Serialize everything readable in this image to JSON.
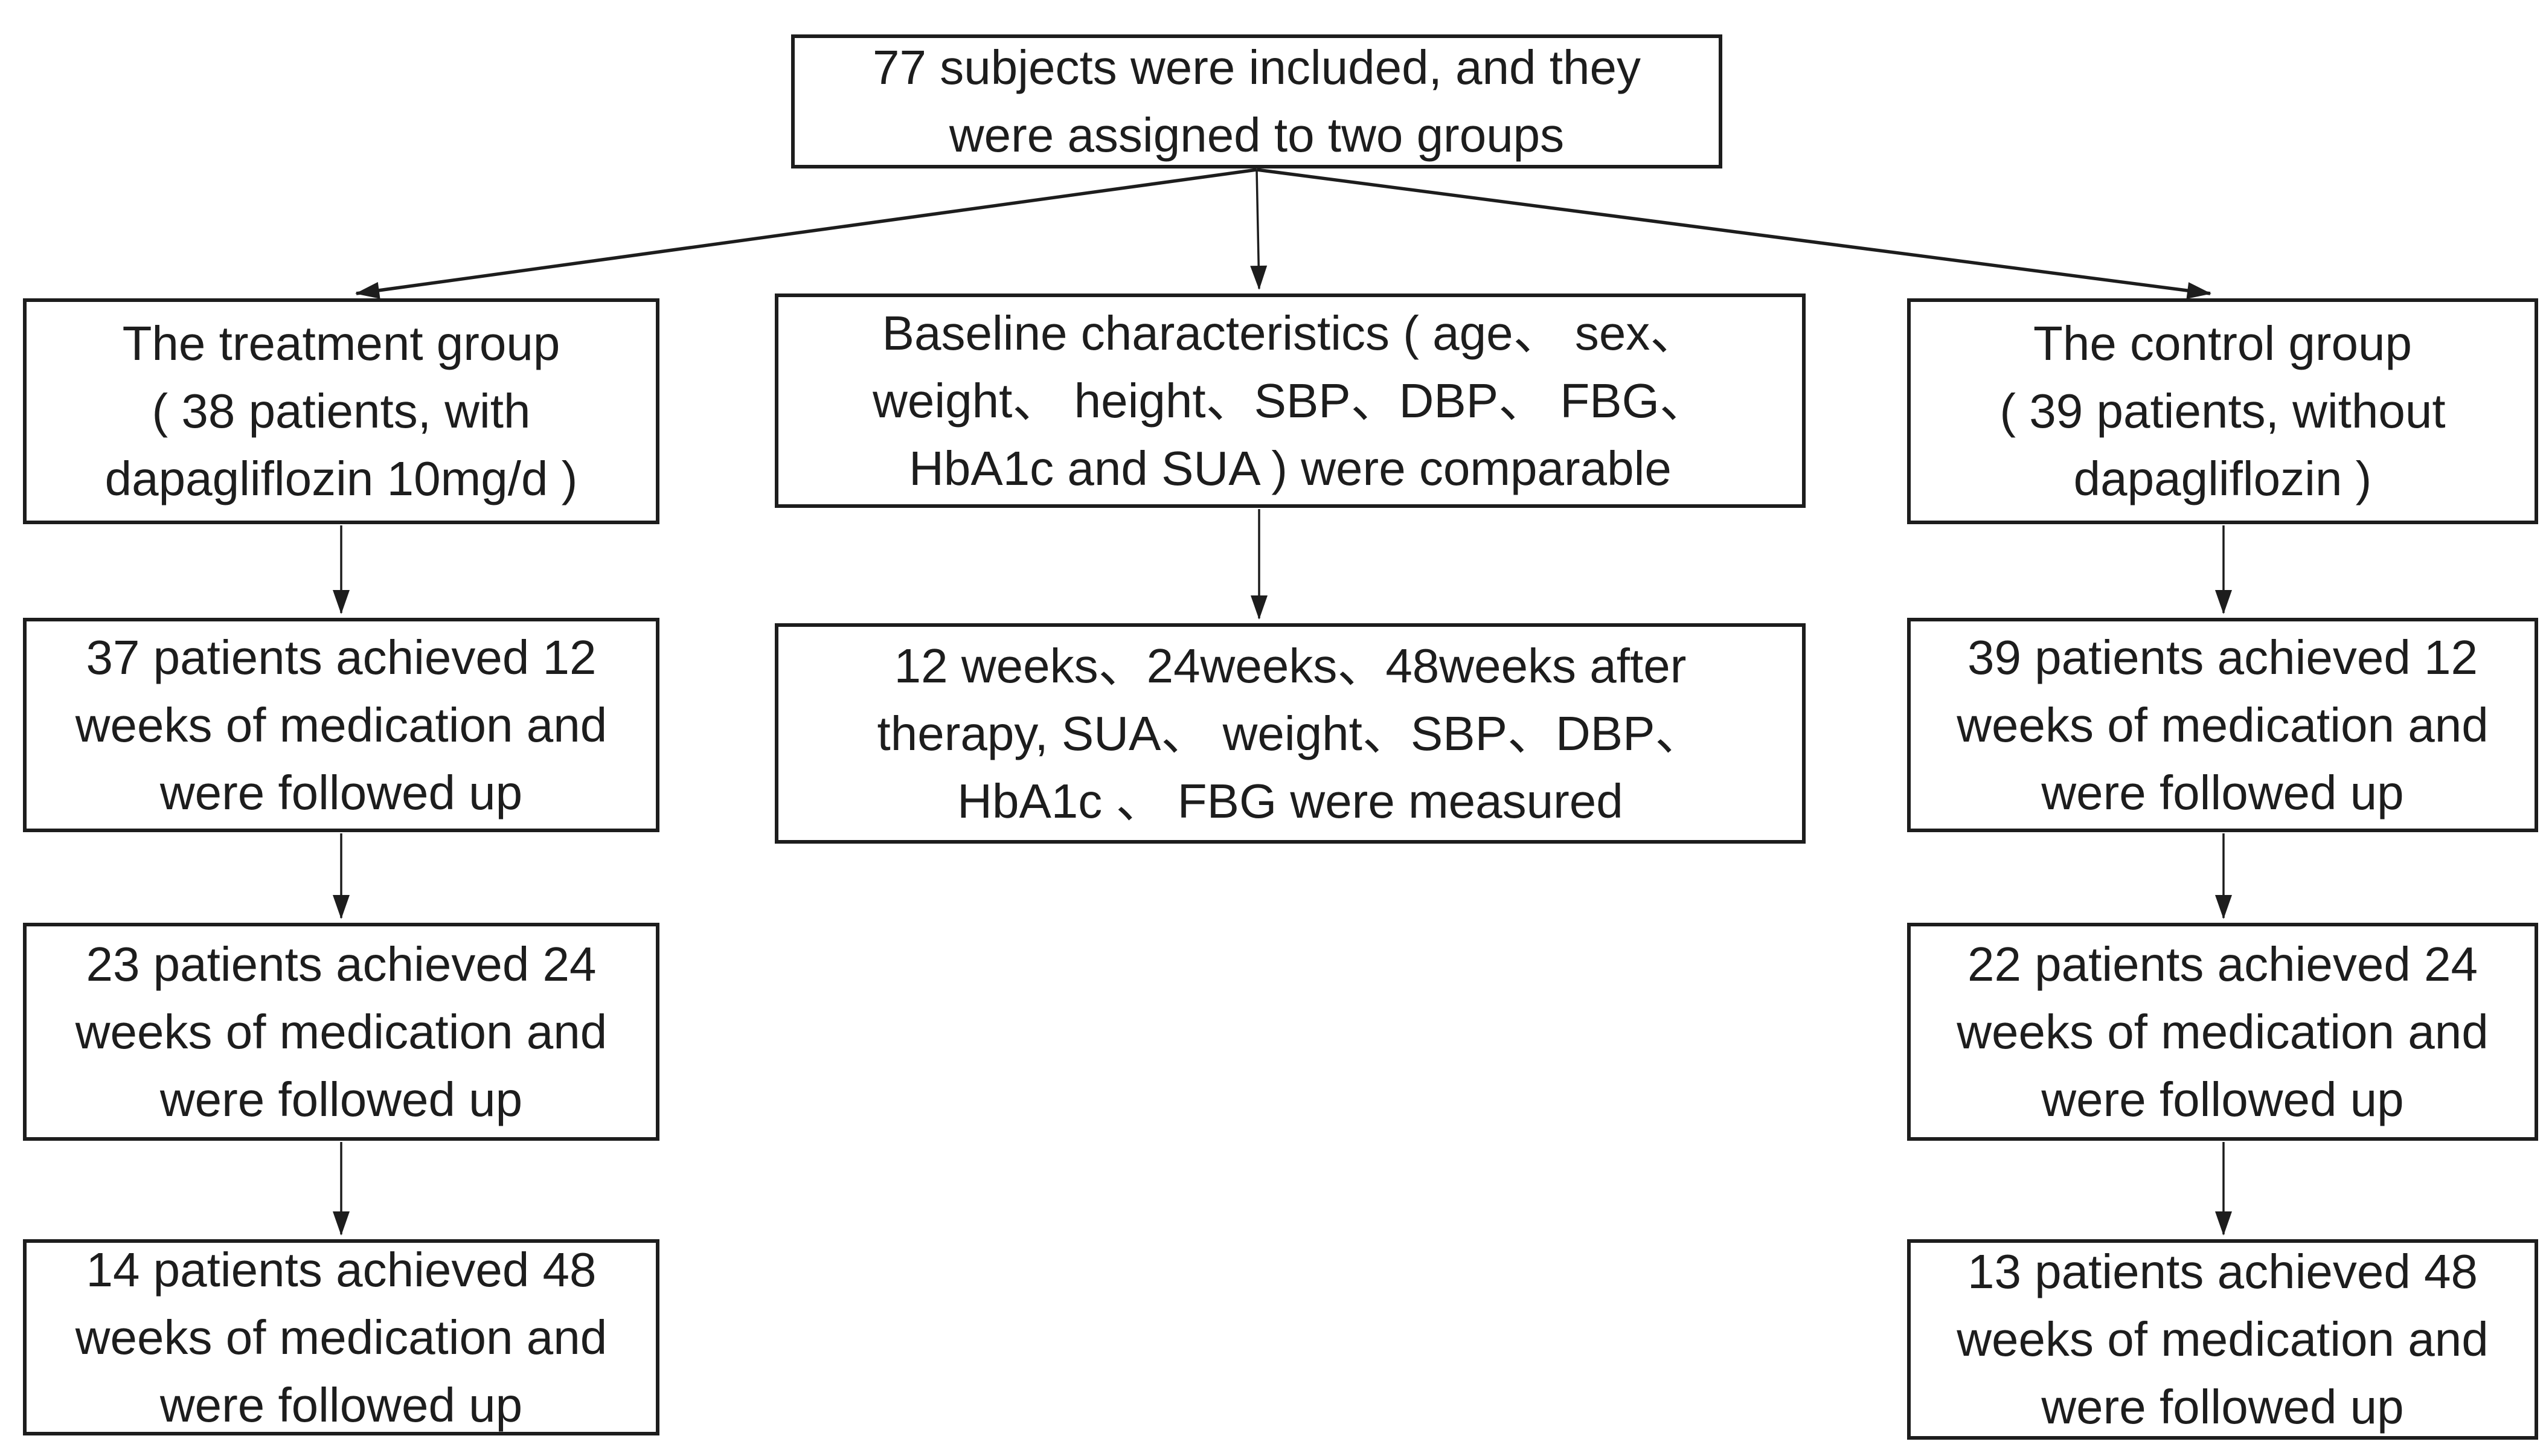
{
  "colors": {
    "line": "#1d1d1d",
    "box_border": "#1d1d1d",
    "text": "#1d1d1d",
    "background": "#ffffff"
  },
  "flowchart": {
    "top": "77 subjects were included, and they\nwere assigned to two groups",
    "treatment": {
      "group": "The treatment group\n( 38 patients, with\ndapagliflozin 10mg/d )",
      "week12": "37 patients achieved 12\nweeks of medication and\nwere followed up",
      "week24": "23 patients achieved 24\nweeks of medication and\nwere followed up",
      "week48": "14 patients achieved 48\nweeks of medication and\nwere followed up"
    },
    "baseline": "Baseline characteristics ( age、 sex、\nweight、 height、SBP、DBP、 FBG、\nHbA1c and SUA ) were comparable",
    "measurements": "12 weeks、24weeks、48weeks after\ntherapy, SUA、 weight、SBP、DBP、\nHbA1c 、 FBG were measured",
    "control": {
      "group": "The control group\n( 39 patients, without\ndapagliflozin )",
      "week12": "39 patients achieved 12\nweeks of medication and\nwere followed up",
      "week24": "22 patients achieved 24\nweeks of medication and\nwere followed up",
      "week48": "13 patients achieved 48\nweeks of medication and\nwere followed up"
    }
  }
}
